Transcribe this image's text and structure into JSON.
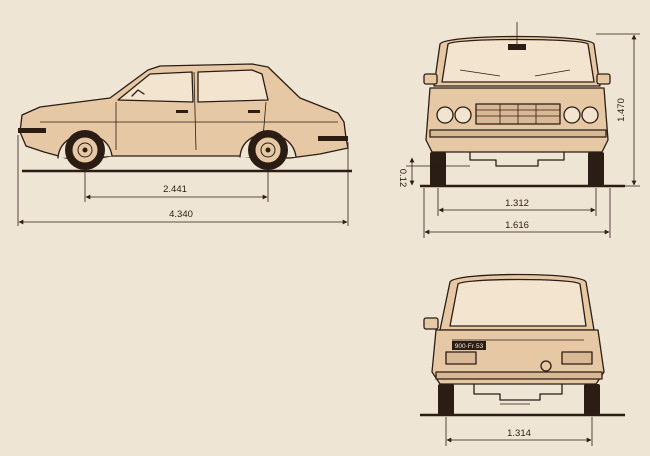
{
  "dimensions": {
    "wheelbase": "2.441",
    "overall_length": "4.340",
    "height": "1.470",
    "ground_clearance": "0.12",
    "front_track": "1.312",
    "overall_width": "1.616",
    "rear_track": "1.314"
  },
  "plate": "900·Fr·53",
  "colors": {
    "paper": "#efe5d4",
    "body": "#e6c8a4",
    "ink": "#2b1d14"
  }
}
